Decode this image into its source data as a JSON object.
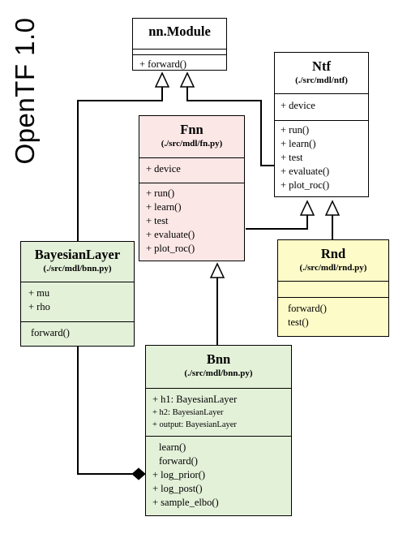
{
  "title": "OpenTF 1.0",
  "classes": {
    "module": {
      "name": "nn.Module",
      "path": "",
      "attributes": [],
      "methods": [
        "+ forward()"
      ]
    },
    "ntf": {
      "name": "Ntf",
      "path": "(./src/mdl/ntf)",
      "attributes": [
        "+ device"
      ],
      "methods": [
        "+ run()",
        "+ learn()",
        "+ test",
        "+ evaluate()",
        "+ plot_roc()"
      ]
    },
    "fnn": {
      "name": "Fnn",
      "path": "(./src/mdl/fn.py)",
      "attributes": [
        "+ device"
      ],
      "methods": [
        "+ run()",
        "+ learn()",
        "+ test",
        "+ evaluate()",
        "+ plot_roc()"
      ]
    },
    "bayesian": {
      "name": "BayesianLayer",
      "path": "(./src/mdl/bnn.py)",
      "attributes": [
        "+ mu",
        "+ rho"
      ],
      "methods": [
        "forward()"
      ]
    },
    "rnd": {
      "name": "Rnd",
      "path": "(./src/mdl/rnd.py)",
      "attributes": [],
      "methods": [
        "forward()",
        "test()"
      ]
    },
    "bnn": {
      "name": "Bnn",
      "path": "(./src/mdl/bnn.py)",
      "attributes": [
        "+ h1: BayesianLayer",
        "+ h2: BayesianLayer",
        "+ output: BayesianLayer"
      ],
      "methods": [
        "learn()",
        "forward()",
        "+ log_prior()",
        "+ log_post()",
        "+ sample_elbo()"
      ]
    }
  },
  "colors": {
    "fnn_fill": "#fbe7e6",
    "green_fill": "#e4f1d9",
    "yellow_fill": "#fdfbc8",
    "plain_fill": "#ffffff"
  }
}
